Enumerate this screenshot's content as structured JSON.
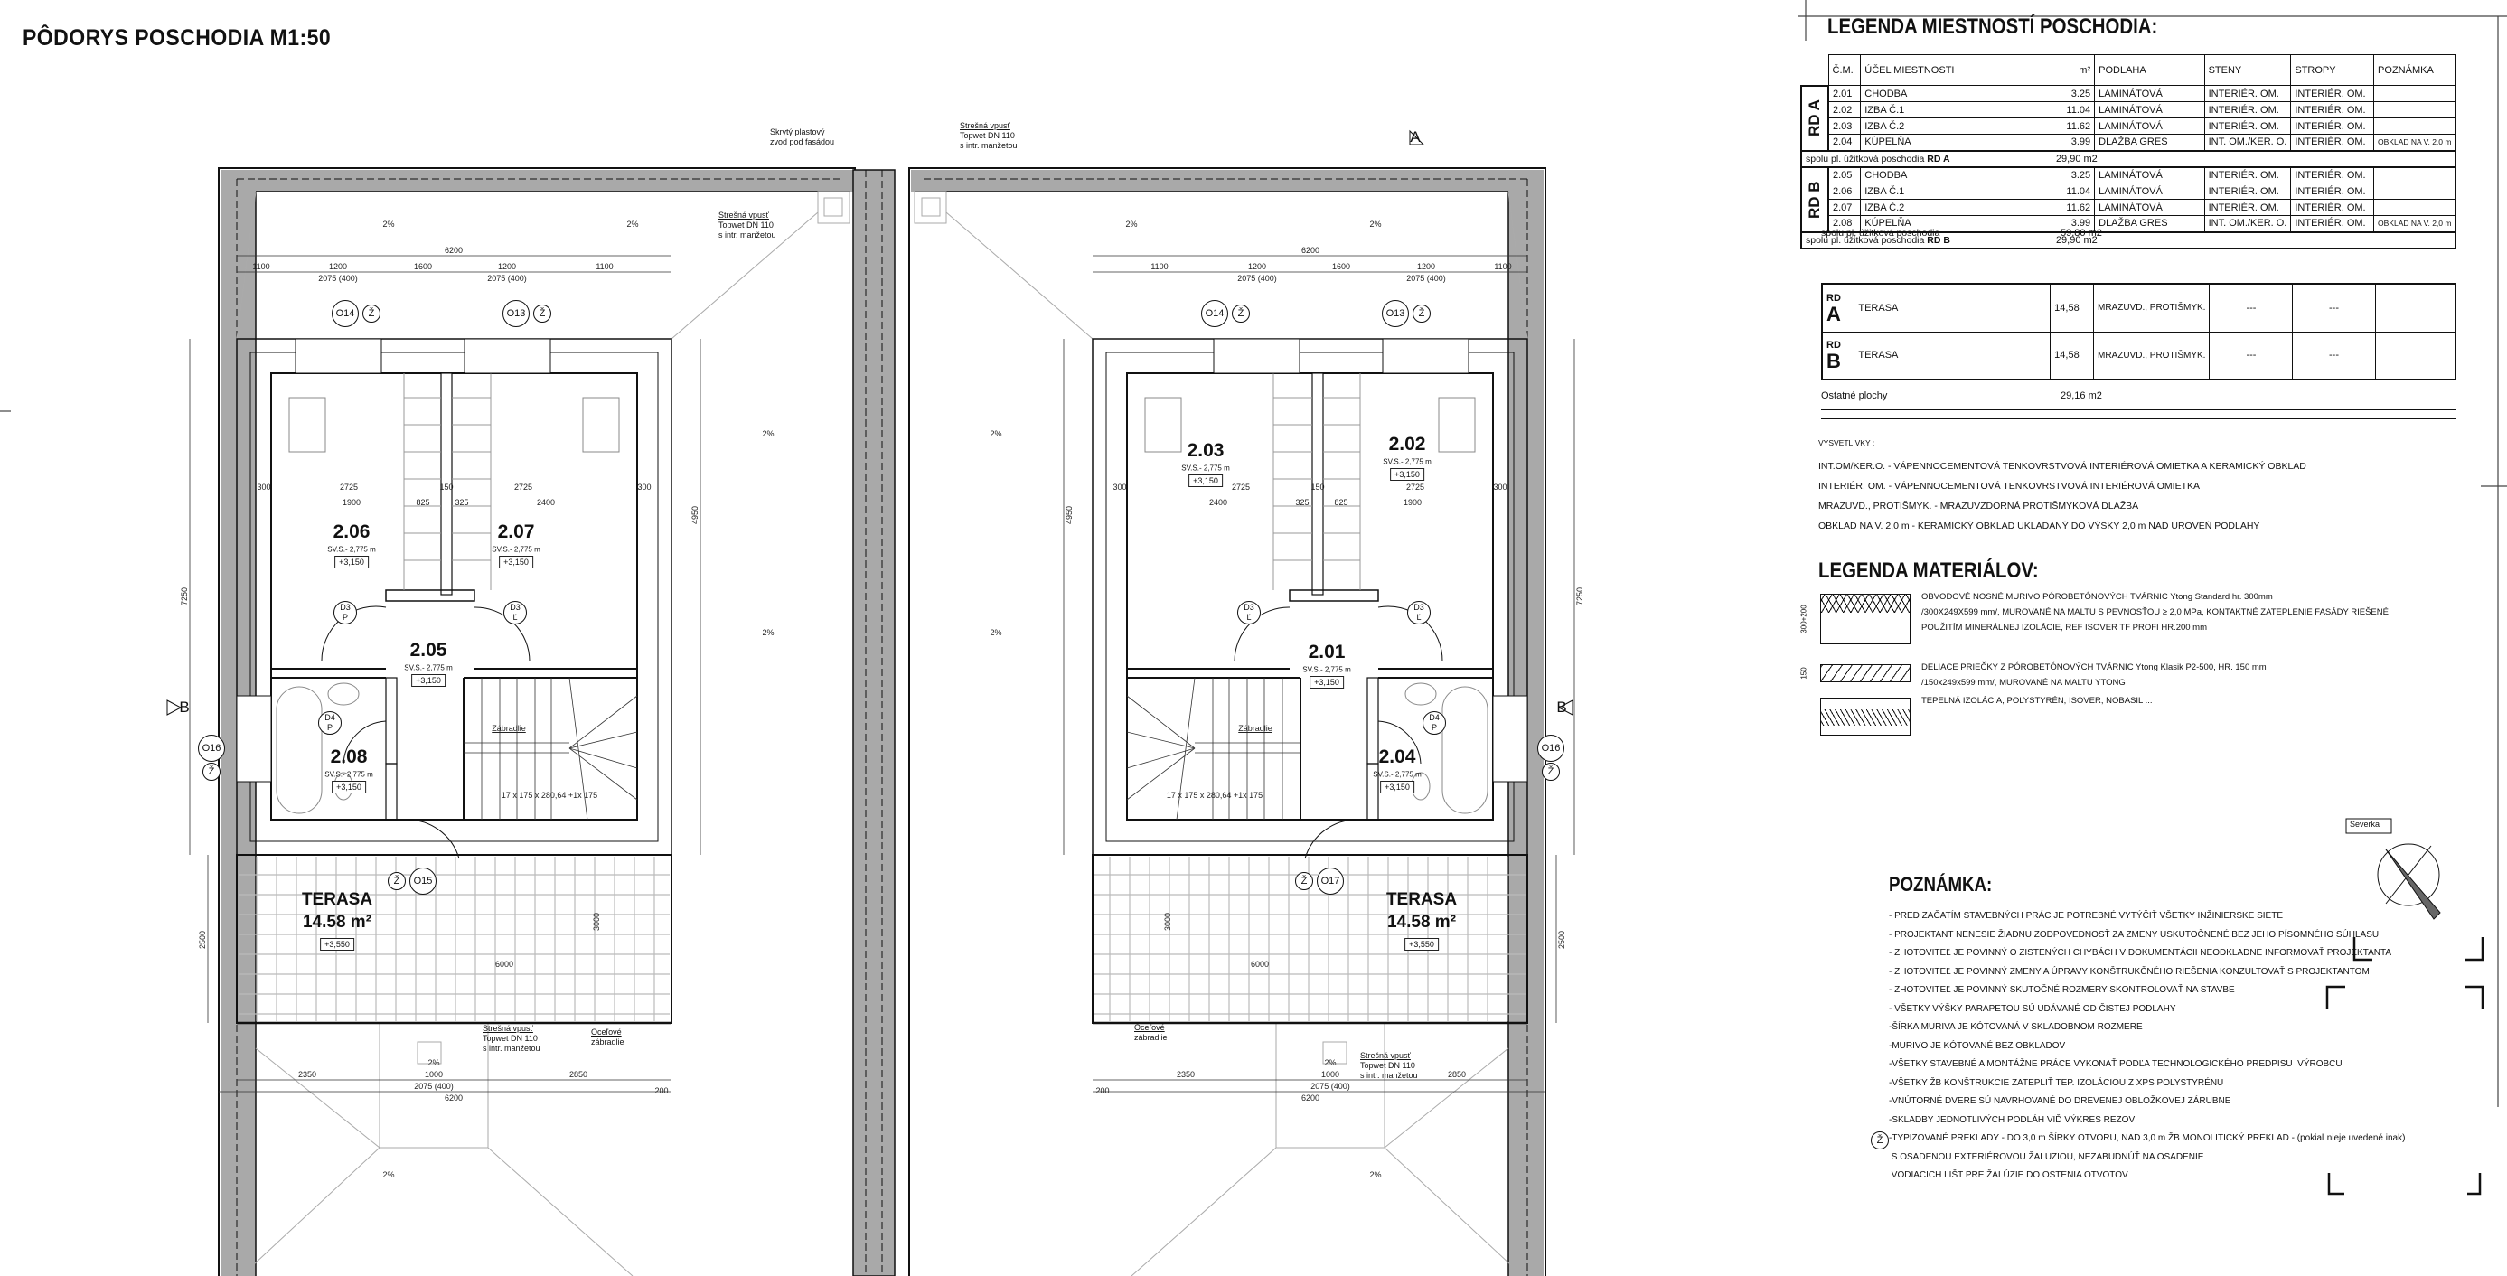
{
  "title": "PÔDORYS POSCHODIA  M1:50",
  "plan": {
    "rooms_left": [
      {
        "no": "2.06",
        "sub": "SV.S.- 2,775 m",
        "level": "+3,150"
      },
      {
        "no": "2.07",
        "sub": "SV.S.- 2,775 m",
        "level": "+3,150"
      },
      {
        "no": "2.05",
        "sub": "SV.S.- 2,775 m",
        "level": "+3,150"
      },
      {
        "no": "2.08",
        "sub": "SV.S.- 2,775 m",
        "level": "+3,150"
      }
    ],
    "rooms_right": [
      {
        "no": "2.03",
        "sub": "SV.S.- 2,775 m",
        "level": "+3,150"
      },
      {
        "no": "2.02",
        "sub": "SV.S.- 2,775 m",
        "level": "+3,150"
      },
      {
        "no": "2.01",
        "sub": "SV.S.- 2,775 m",
        "level": "+3,150"
      },
      {
        "no": "2.04",
        "sub": "SV.S.- 2,775 m",
        "level": "+3,150"
      }
    ],
    "terrace": {
      "name": "TERASA",
      "area": "14.58 m²",
      "level": "+3,550"
    },
    "windows_left": [
      "O14",
      "O13",
      "O15",
      "O16"
    ],
    "windows_right": [
      "O14",
      "O13",
      "O17",
      "O16"
    ],
    "blind_mark": "Ž",
    "doors": [
      {
        "id": "D3",
        "side": "P"
      },
      {
        "id": "D3",
        "side": "Ľ"
      },
      {
        "id": "D4",
        "side": "P"
      }
    ],
    "top_dims": [
      "1100",
      "1200",
      "1600",
      "1200",
      "1100"
    ],
    "window_dim": "2075 (400)",
    "overall_dim": "6200",
    "bottom_dims": [
      "2350",
      "1000",
      "2850"
    ],
    "edge_dim": "200",
    "terrace_dims": [
      "6000",
      "3000"
    ],
    "side_dims": [
      "7250",
      "4950",
      "2500"
    ],
    "room_dims": [
      "2725",
      "150",
      "300",
      "1900",
      "825",
      "325",
      "2400"
    ],
    "slope": "2%",
    "stair_formula": "17 x 175 x 280,64 +1x 175",
    "railing": "Zábradlie",
    "section_a": "A",
    "section_b": "B",
    "callouts": {
      "downpipe": [
        "Skrytý plastový",
        "zvod pod fasádou"
      ],
      "drain": [
        "Strešná vpusť",
        "Topwet DN 110",
        "s intr. manžetou"
      ],
      "steel_railing": [
        "Oceľové",
        "zábradlie"
      ]
    }
  },
  "rooms_legend": {
    "title": "LEGENDA MIESTNOSTÍ POSCHODIA:",
    "headers": [
      "Č.M.",
      "ÚČEL MIESTNOSTI",
      "m²",
      "PODLAHA",
      "STENY",
      "STROPY",
      "POZNÁMKA"
    ],
    "groups": [
      {
        "label": "RD A",
        "rows": [
          [
            "2.01",
            "CHODBA",
            "3.25",
            "LAMINÁTOVÁ",
            "INTERIÉR. OM.",
            "INTERIÉR. OM.",
            ""
          ],
          [
            "2.02",
            "IZBA Č.1",
            "11.04",
            "LAMINÁTOVÁ",
            "INTERIÉR. OM.",
            "INTERIÉR. OM.",
            ""
          ],
          [
            "2.03",
            "IZBA Č.2",
            "11.62",
            "LAMINÁTOVÁ",
            "INTERIÉR. OM.",
            "INTERIÉR. OM.",
            ""
          ],
          [
            "2.04",
            "KÚPELŇA",
            "3.99",
            "DLAŽBA GRES",
            "INT. OM./KER. O.",
            "INTERIÉR. OM.",
            "OBKLAD NA V. 2,0 m"
          ]
        ],
        "total_label": "spolu pl. úžitková poschodia",
        "total_unit": "RD A",
        "total_value": "29,90  m2"
      },
      {
        "label": "RD B",
        "rows": [
          [
            "2.05",
            "CHODBA",
            "3.25",
            "LAMINÁTOVÁ",
            "INTERIÉR. OM.",
            "INTERIÉR. OM.",
            ""
          ],
          [
            "2.06",
            "IZBA Č.1",
            "11.04",
            "LAMINÁTOVÁ",
            "INTERIÉR. OM.",
            "INTERIÉR. OM.",
            ""
          ],
          [
            "2.07",
            "IZBA Č.2",
            "11.62",
            "LAMINÁTOVÁ",
            "INTERIÉR. OM.",
            "INTERIÉR. OM.",
            ""
          ],
          [
            "2.08",
            "KÚPELŇA",
            "3.99",
            "DLAŽBA GRES",
            "INT. OM./KER. O.",
            "INTERIÉR. OM.",
            "OBKLAD NA V. 2,0 m"
          ]
        ],
        "total_label": "spolu pl. úžitková poschodia",
        "total_unit": "RD B",
        "total_value": "29,90  m2"
      }
    ],
    "grand_total_label": "spolu pl. úžitková poschodia",
    "grand_total_value": "59,80  m2"
  },
  "terrace_table": {
    "rows": [
      {
        "rd": "RD",
        "unit": "A",
        "name": "TERASA",
        "area": "14,58",
        "floor": "MRAZUVD., PROTIŠMYK.",
        "walls": "---",
        "ceiling": "---",
        "note": ""
      },
      {
        "rd": "RD",
        "unit": "B",
        "name": "TERASA",
        "area": "14,58",
        "floor": "MRAZUVD., PROTIŠMYK.",
        "walls": "---",
        "ceiling": "---",
        "note": ""
      }
    ],
    "other_label": "Ostatné plochy",
    "other_value": "29,16  m2"
  },
  "explanations": {
    "title": "VYSVETLIVKY :",
    "lines": [
      "INT.OM/KER.O. - VÁPENNOCEMENTOVÁ TENKOVRSTVOVÁ INTERIÉROVÁ OMIETKA A KERAMICKÝ OBKLAD",
      "INTERIÉR. OM. - VÁPENNOCEMENTOVÁ TENKOVRSTVOVÁ INTERIÉROVÁ OMIETKA",
      "MRAZUVD., PROTIŠMYK. - MRAZUVZDORNÁ PROTIŠMYKOVÁ DLAŽBA",
      "OBKLAD NA V. 2,0 m - KERAMICKÝ OBKLAD UKLADANÝ DO VÝSKY 2,0 m NAD ÚROVEŇ PODLAHY"
    ]
  },
  "materials": {
    "title": "LEGENDA MATERIÁLOV:",
    "items": [
      {
        "dim": "300+200",
        "lines": [
          "OBVODOVÉ NOSNÉ MURIVO PÓROBETÓNOVÝCH TVÁRNIC Ytong Standard hr. 300mm",
          "/300X249X599 mm/, MUROVANÉ NA MALTU  S PEVNOSŤOU ≥ 2,0 MPa, KONTAKTNÉ ZATEPLENIE FASÁDY RIEŠENÉ",
          "POUŽITÍM MINERÁLNEJ IZOLÁCIE, REF ISOVER TF PROFI HR.200 mm"
        ]
      },
      {
        "dim": "150",
        "lines": [
          "DELIACE PRIEČKY Z PÓROBETÓNOVÝCH TVÁRNIC Ytong Klasik P2-500, HR. 150 mm",
          "/150x249x599 mm/, MUROVANÉ NA MALTU YTONG"
        ]
      },
      {
        "dim": "",
        "lines": [
          "TEPELNÁ IZOLÁCIA, POLYSTYRÉN, ISOVER, NOBASIL ..."
        ]
      }
    ]
  },
  "notes": {
    "title": "POZNÁMKA:",
    "lines": [
      "- PRED ZAČATÍM STAVEBNÝCH PRÁC JE POTREBNÉ VYTÝČIŤ VŠETKY INŽINIERSKE SIETE",
      "- PROJEKTANT NENESIE ŽIADNU ZODPOVEDNOSŤ ZA ZMENY USKUTOČNENÉ BEZ JEHO PÍSOMNÉHO SÚHLASU",
      "- ZHOTOVITEĽ JE POVINNÝ O ZISTENÝCH CHYBÁCH V DOKUMENTÁCII NEODKLADNE INFORMOVAŤ PROJEKTANTA",
      "- ZHOTOVITEĽ JE POVINNÝ ZMENY A ÚPRAVY KONŠTRUKČNÉHO RIEŠENIA KONZULTOVAŤ S PROJEKTANTOM",
      "- ZHOTOVITEĽ JE POVINNÝ SKUTOČNÉ ROZMERY SKONTROLOVAŤ NA STAVBE",
      "- VŠETKY VÝŠKY PARAPETOU SÚ UDÁVANÉ OD ČISTEJ PODLAHY",
      "-ŠÍRKA MURIVA JE KÓTOVANÁ V SKLADOBNOM ROZMERE",
      "-MURIVO JE KÓTOVANÉ BEZ OBKLADOV",
      "-VŠETKY STAVEBNÉ A MONTÁŽNE PRÁCE VYKONAŤ PODĽA TECHNOLOGICKÉHO PREDPISU  VÝROBCU",
      "-VŠETKY ŽB KONŠTRUKCIE ZATEPLIŤ TEP. IZOLÁCIOU Z XPS POLYSTYRÉNU",
      "-VNÚTORNÉ DVERE SÚ NAVRHOVANÉ DO DREVENEJ OBLOŽKOVEJ ZÁRUBNE",
      "-SKLADBY JEDNOTLIVÝCH PODLÁH VIĎ VÝKRES REZOV",
      "-TYPIZOVANÉ PREKLADY - DO 3,0 m ŠÍRKY OTVORU, NAD 3,0 m ŽB MONOLITICKÝ PREKLAD - (pokiaľ nieje uvedené inak)",
      " S OSADENOU EXTERIÉROVOU ŽALUZIOU, NEZABUDNÚŤ NA OSADENIE",
      " VODIACICH LIŠT PRE ŽALÚZIE DO OSTENIA OTVOTOV"
    ]
  },
  "compass": {
    "label": "Severka"
  }
}
